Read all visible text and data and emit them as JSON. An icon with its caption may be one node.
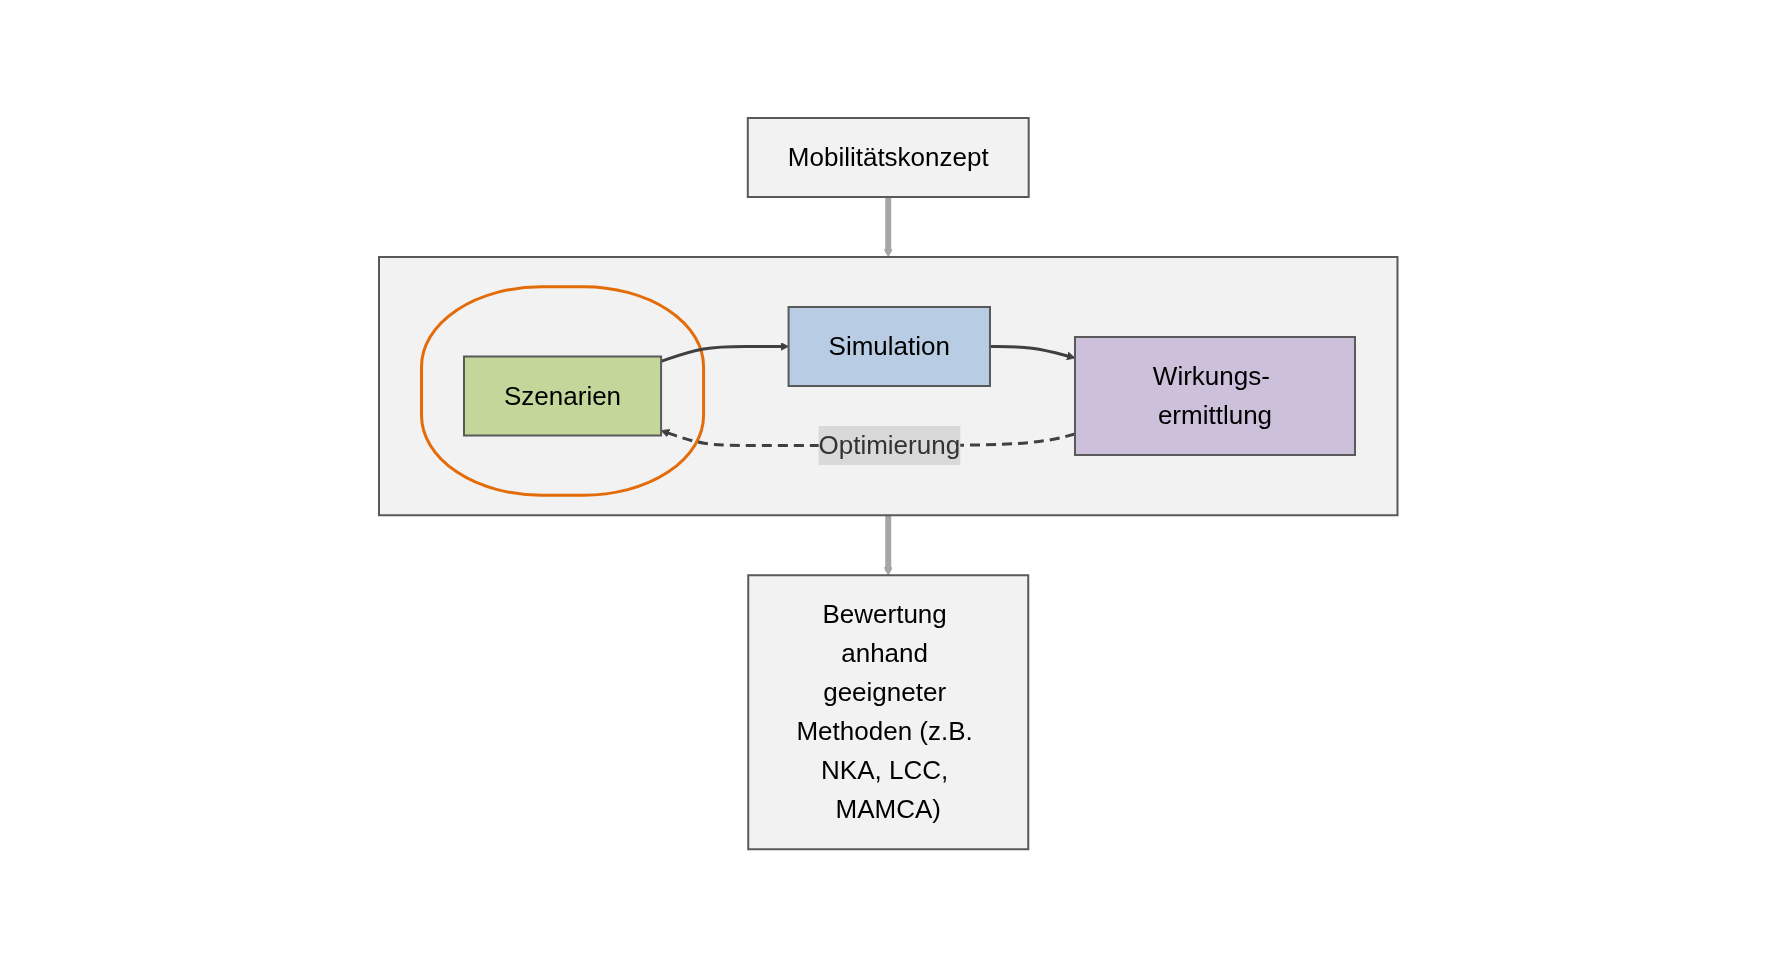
{
  "diagram": {
    "nodes": [
      {
        "text": [
          "Mobilitätskonzept"
        ]
      },
      {
        "text": [],
        "shape": "box"
      },
      {
        "text": [],
        "shape": "ellipse",
        "in": 1
      },
      {
        "text": [
          "Szenarien"
        ],
        "in": 2
      },
      {
        "text": [
          "Simulation"
        ],
        "in": 1
      },
      {
        "text": [
          "Wirkungs- ermittlung"
        ],
        "in": 1
      },
      {
        "text": [
          "Bewertung anhand geeigneter Methoden (z.B. NKA, LCC, MAMCA)"
        ]
      }
    ],
    "edges": [
      {
        "from": 0,
        "to": 1,
        "arrow": "to",
        "style": "thick",
        "color": "#a6a6a6"
      },
      {
        "from": 3,
        "to": 4,
        "arrow": "to"
      },
      {
        "from": 4,
        "to": 5,
        "arrow": "to"
      },
      {
        "from": 5,
        "to": 3,
        "arrow": "to",
        "style": "dashed",
        "label": "Optimierung"
      },
      {
        "from": 1,
        "to": 6,
        "arrow": "to",
        "style": "thick",
        "color": "#a6a6a6"
      }
    ]
  }
}
